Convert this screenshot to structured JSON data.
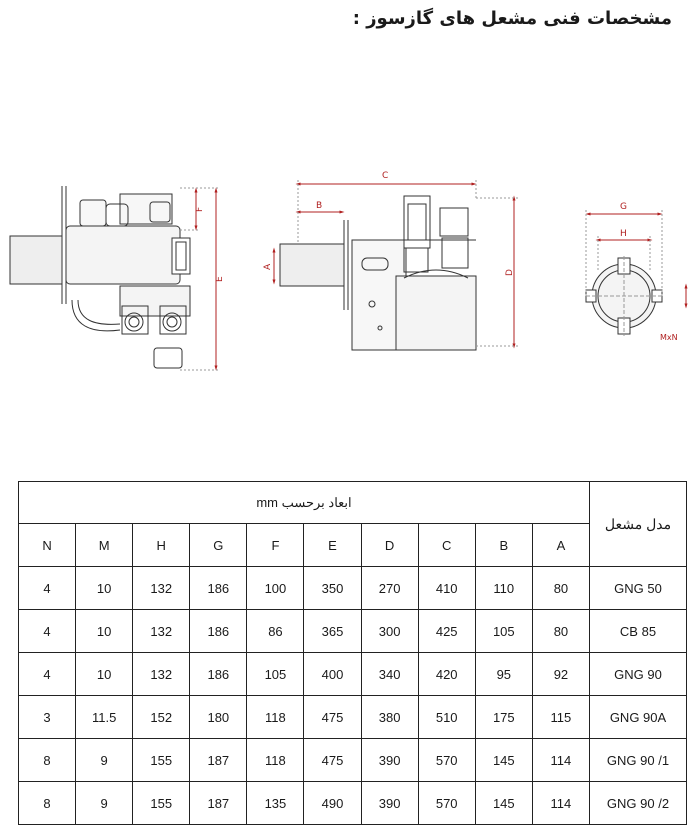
{
  "title": "مشخصات فنی مشعل های گازسوز :",
  "drawings": {
    "side_view_labels": {
      "F": "F",
      "E": "E"
    },
    "front_view_labels": {
      "C": "C",
      "B": "B",
      "A": "A",
      "D": "D"
    },
    "flange_view_labels": {
      "G": "G",
      "H": "H",
      "MxN": "MxN"
    }
  },
  "table": {
    "group_header": "ابعاد برحسب mm",
    "model_header": "مدل مشعل",
    "columns": [
      "N",
      "M",
      "H",
      "G",
      "F",
      "E",
      "D",
      "C",
      "B",
      "A"
    ],
    "rows": [
      {
        "model": "GNG 50",
        "values": [
          "4",
          "10",
          "132",
          "186",
          "100",
          "350",
          "270",
          "410",
          "110",
          "80"
        ]
      },
      {
        "model": "CB 85",
        "values": [
          "4",
          "10",
          "132",
          "186",
          "86",
          "365",
          "300",
          "425",
          "105",
          "80"
        ]
      },
      {
        "model": "GNG 90",
        "values": [
          "4",
          "10",
          "132",
          "186",
          "105",
          "400",
          "340",
          "420",
          "95",
          "92"
        ]
      },
      {
        "model": "GNG 90A",
        "values": [
          "3",
          "11.5",
          "152",
          "180",
          "118",
          "475",
          "380",
          "510",
          "175",
          "115"
        ]
      },
      {
        "model": "GNG 90 /1",
        "values": [
          "8",
          "9",
          "155",
          "187",
          "118",
          "475",
          "390",
          "570",
          "145",
          "114"
        ]
      },
      {
        "model": "GNG 90 /2",
        "values": [
          "8",
          "9",
          "155",
          "187",
          "135",
          "490",
          "390",
          "570",
          "145",
          "114"
        ]
      }
    ]
  }
}
